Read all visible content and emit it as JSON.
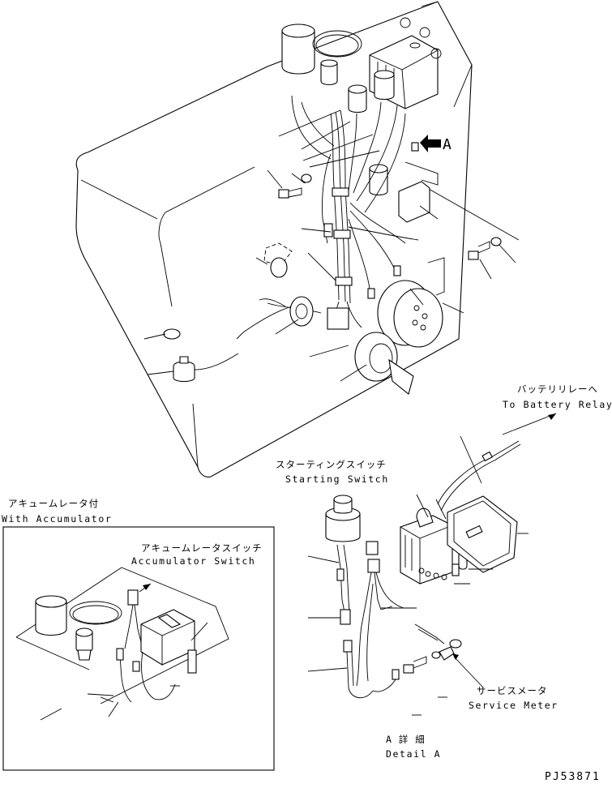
{
  "view_marker": "A",
  "labels": {
    "battery_relay_jp": "バッテリリレーへ",
    "battery_relay_en": "To Battery Relay",
    "starting_switch_jp": "スターティングスイッチ",
    "starting_switch_en": "Starting Switch",
    "accumulator_jp": "アキュームレータ付",
    "accumulator_en": "With Accumulator",
    "accumulator_switch_jp": "アキュームレータスイッチ",
    "accumulator_switch_en": "Accumulator Switch",
    "service_meter_jp": "サービスメータ",
    "service_meter_en": "Service Meter",
    "detail_jp": "A 詳 細",
    "detail_en": "Detail A",
    "part_code": "PJ53871"
  }
}
